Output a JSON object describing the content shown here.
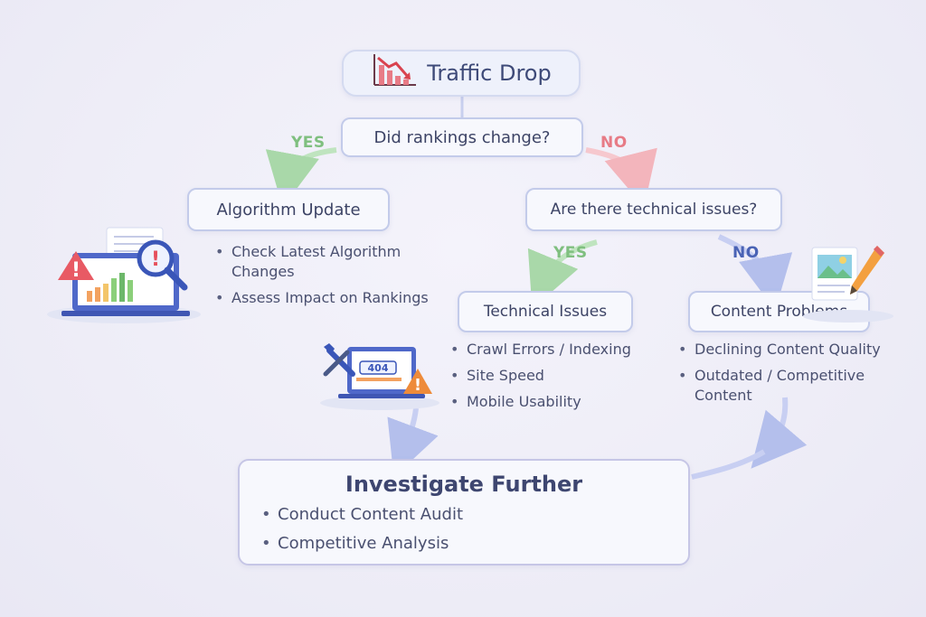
{
  "title": {
    "text": "Traffic Drop",
    "icon": "declining-bar-chart-icon"
  },
  "question_rankings": {
    "text": "Did rankings change?",
    "yes": "YES",
    "no": "NO"
  },
  "algorithm_update": {
    "title": "Algorithm Update",
    "items": [
      "Check Latest Algorithm Changes",
      "Assess Impact on Rankings"
    ],
    "icon": "laptop-analytics-warning-icon"
  },
  "question_technical": {
    "text": "Are there technical issues?",
    "yes": "YES",
    "no": "NO"
  },
  "technical_issues": {
    "title": "Technical Issues",
    "items": [
      "Crawl Errors / Indexing",
      "Site Speed",
      "Mobile Usability"
    ],
    "icon": "tools-404-warning-icon",
    "badge": "404"
  },
  "content_problems": {
    "title": "Content Problems",
    "items": [
      "Declining Content Quality",
      "Outdated / Competitive Content"
    ],
    "icon": "document-pencil-icon"
  },
  "investigate_further": {
    "title": "Investigate Further",
    "items": [
      "Conduct Content Audit",
      "Competitive Analysis"
    ]
  },
  "colors": {
    "yes": "#7fbf7f",
    "no_red": "#e77b86",
    "no_blue": "#4a63b5",
    "box_border": "#c3cbea",
    "connector": "#b9c1e6"
  }
}
